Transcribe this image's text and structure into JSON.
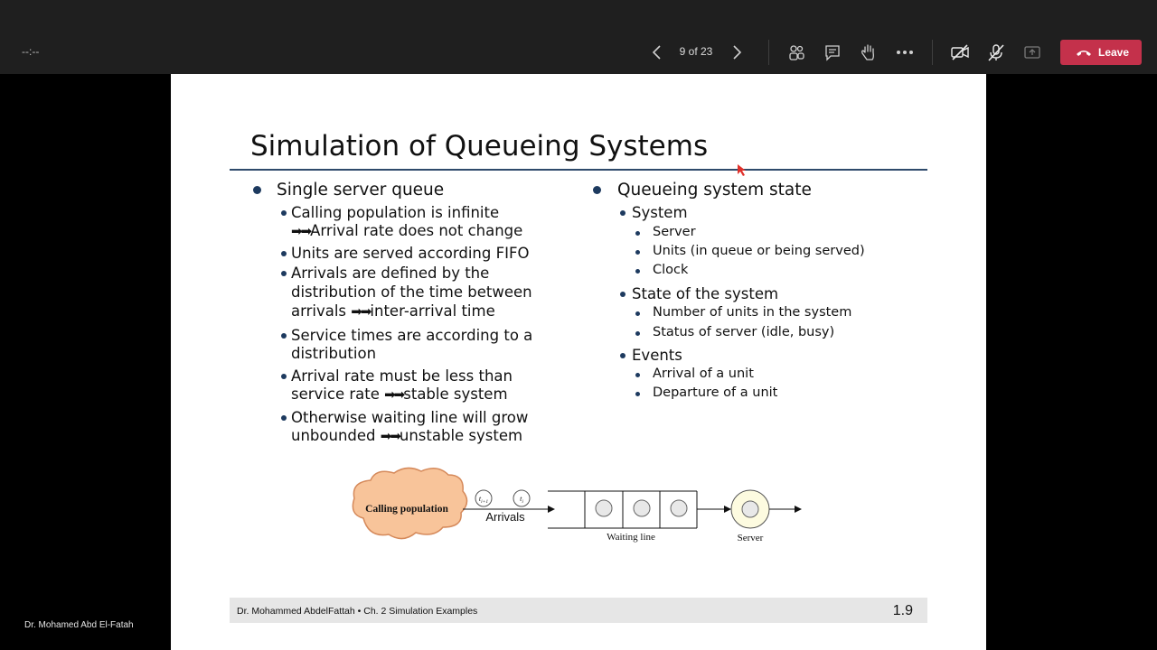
{
  "toolbar": {
    "timer": "--:--",
    "page_indicator": "9 of 23",
    "leave_label": "Leave",
    "accent_color": "#c4314b"
  },
  "slide": {
    "title": "Simulation of Queueing Systems",
    "left": {
      "heading": "Single server queue",
      "items": [
        {
          "line1": "Calling population is infinite",
          "line2": "Arrival rate does not change"
        },
        {
          "line1": "Units are served according FIFO"
        },
        {
          "line1": "Arrivals are defined by the",
          "line2": "distribution of the time between",
          "line3a": "arrivals ",
          "line3b": "inter-arrival time"
        },
        {
          "line1": "Service times are according to a",
          "line2": "distribution"
        },
        {
          "line1": "Arrival rate must be less than",
          "line2a": "service rate ",
          "line2b": "stable system"
        },
        {
          "line1": "Otherwise waiting line will grow",
          "line2a": "unbounded ",
          "line2b": "unstable system"
        }
      ]
    },
    "right": {
      "heading": "Queueing system state",
      "groups": [
        {
          "label": "System",
          "items": [
            "Server",
            "Units (in queue or being served)",
            "Clock"
          ]
        },
        {
          "label": "State of the system",
          "items": [
            "Number of units in the system",
            "Status of server (idle, busy)"
          ]
        },
        {
          "label": "Events",
          "items": [
            "Arrival of a unit",
            "Departure of a unit"
          ]
        }
      ]
    },
    "diagram": {
      "cloud_label": "Calling population",
      "arrivals_label": "Arrivals",
      "arrival_token1": "t",
      "arrival_token1_sub": "i+1",
      "arrival_token2": "t",
      "arrival_token2_sub": "i",
      "waiting_label": "Waiting line",
      "server_label": "Server"
    },
    "footer": {
      "text": "Dr. Mohammed AbdelFattah • Ch. 2 Simulation Examples",
      "number": "1.9"
    }
  },
  "presenter_name": "Dr. Mohamed Abd El-Fatah"
}
